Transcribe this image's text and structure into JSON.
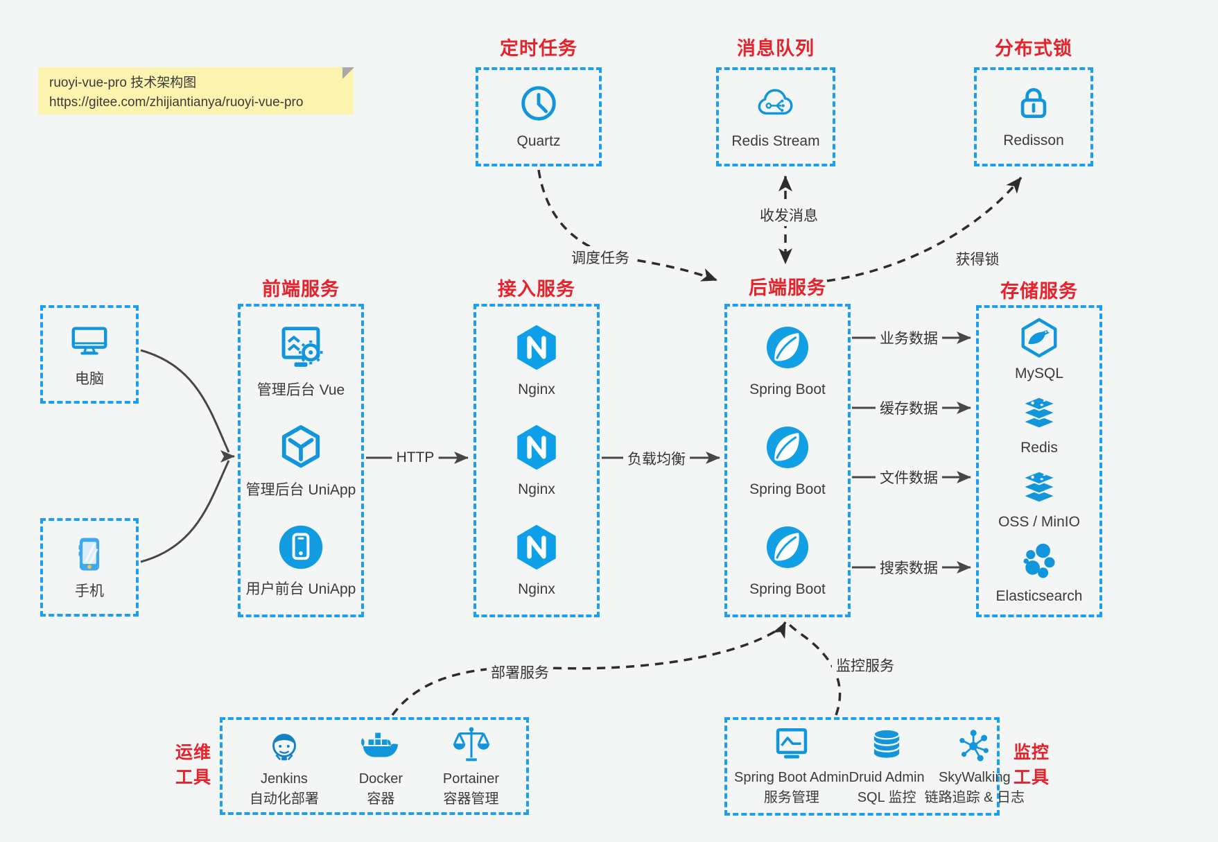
{
  "note": {
    "line1": "ruoyi-vue-pro 技术架构图",
    "line2": "https://gitee.com/zhijiantianya/ruoyi-vue-pro"
  },
  "top_groups": [
    {
      "title": "定时任务",
      "icon": "clock-icon",
      "label": "Quartz"
    },
    {
      "title": "消息队列",
      "icon": "cloud-stream-icon",
      "label": "Redis Stream"
    },
    {
      "title": "分布式锁",
      "icon": "lock-icon",
      "label": "Redisson"
    }
  ],
  "clients": [
    {
      "icon": "desktop-icon",
      "label": "电脑"
    },
    {
      "icon": "phone-icon",
      "label": "手机"
    }
  ],
  "columns": [
    {
      "title": "前端服务",
      "items": [
        {
          "icon": "admin-vue-icon",
          "label": "管理后台 Vue"
        },
        {
          "icon": "uniapp-cube-icon",
          "label": "管理后台 UniApp"
        },
        {
          "icon": "user-app-icon",
          "label": "用户前台 UniApp"
        }
      ]
    },
    {
      "title": "接入服务",
      "items": [
        {
          "icon": "nginx-icon",
          "label": "Nginx"
        },
        {
          "icon": "nginx-icon",
          "label": "Nginx"
        },
        {
          "icon": "nginx-icon",
          "label": "Nginx"
        }
      ]
    },
    {
      "title": "后端服务",
      "items": [
        {
          "icon": "spring-icon",
          "label": "Spring Boot"
        },
        {
          "icon": "spring-icon",
          "label": "Spring Boot"
        },
        {
          "icon": "spring-icon",
          "label": "Spring Boot"
        }
      ]
    },
    {
      "title": "存储服务",
      "items": [
        {
          "icon": "mysql-icon",
          "label": "MySQL"
        },
        {
          "icon": "redis-stack-icon",
          "label": "Redis"
        },
        {
          "icon": "redis-stack-icon",
          "label": "OSS / MinIO"
        },
        {
          "icon": "elasticsearch-icon",
          "label": "Elasticsearch"
        }
      ]
    }
  ],
  "ops": {
    "title1": "运维",
    "title2": "工具",
    "items": [
      {
        "icon": "jenkins-icon",
        "line1": "Jenkins",
        "line2": "自动化部署"
      },
      {
        "icon": "docker-icon",
        "line1": "Docker",
        "line2": "容器"
      },
      {
        "icon": "portainer-icon",
        "line1": "Portainer",
        "line2": "容器管理"
      }
    ]
  },
  "monitoring": {
    "title1": "监控",
    "title2": "工具",
    "items": [
      {
        "icon": "springboot-admin-icon",
        "line1": "Spring Boot Admin",
        "line2": "服务管理"
      },
      {
        "icon": "druid-icon",
        "line1": "Druid Admin",
        "line2": "SQL 监控"
      },
      {
        "icon": "skywalking-icon",
        "line1": "SkyWalking",
        "line2": "链路追踪 & 日志"
      }
    ]
  },
  "edges": {
    "http": "HTTP",
    "lb": "负载均衡",
    "biz": "业务数据",
    "cache": "缓存数据",
    "file": "文件数据",
    "search": "搜索数据",
    "sched": "调度任务",
    "msg": "收发消息",
    "lock": "获得锁",
    "deploy": "部署服务",
    "monitor": "监控服务"
  },
  "colors": {
    "canvas_bg": "#f4f5f5",
    "dashed_border_blue": "#1b9ff1",
    "icon_blue": "#1296db",
    "title_red": "#e7222b",
    "note_bg": "#fbf3ae",
    "arrow_solid": "#474747",
    "arrow_dashed": "#2d2d2d"
  }
}
